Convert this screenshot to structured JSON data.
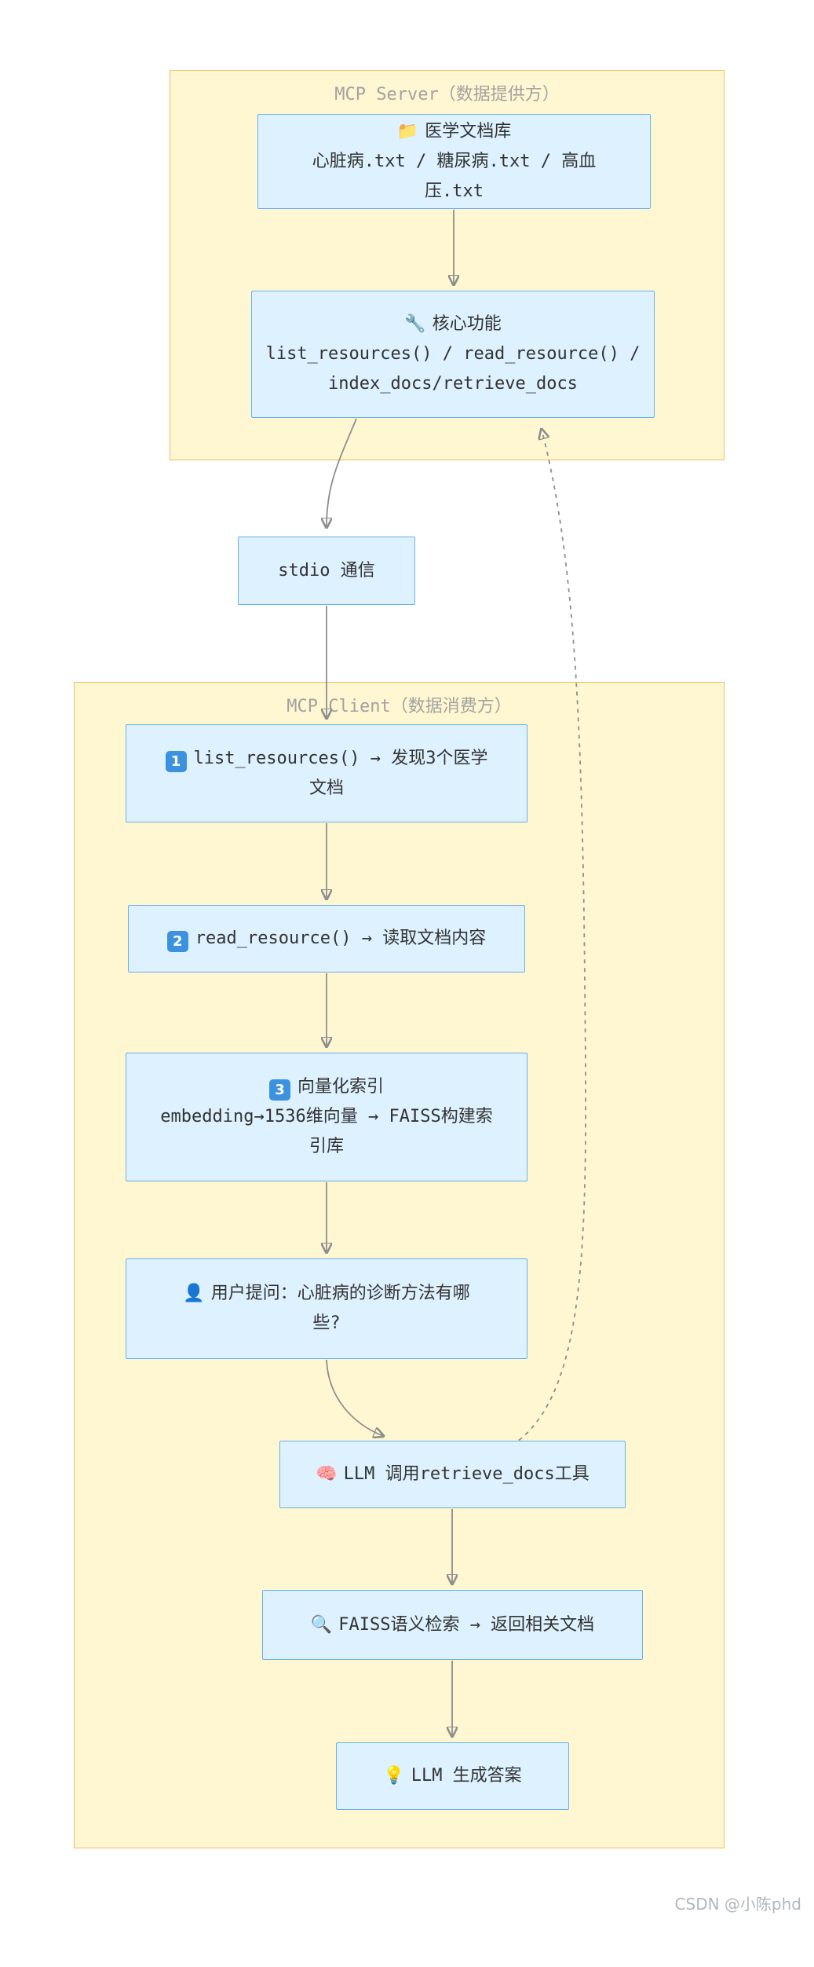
{
  "server": {
    "title": "MCP Server（数据提供方）",
    "docs": {
      "icon": "📁",
      "title": "医学文档库",
      "files": "心脏病.txt / 糖尿病.txt / 高血压.txt"
    },
    "core": {
      "icon": "🔧",
      "title": "核心功能",
      "line1": "list_resources() / read_resource() /",
      "line2": "index_docs/retrieve_docs"
    }
  },
  "transport": {
    "label": "stdio 通信"
  },
  "client": {
    "title": "MCP Client（数据消费方）",
    "step1": {
      "num": "1",
      "text": "list_resources() → 发现3个医学文档"
    },
    "step2": {
      "num": "2",
      "text": "read_resource() → 读取文档内容"
    },
    "step3": {
      "num": "3",
      "title": "向量化索引",
      "text": "embedding→1536维向量 → FAISS构建索引库"
    },
    "user": {
      "icon": "👤",
      "text": "用户提问：心脏病的诊断方法有哪些?"
    },
    "llm_call": {
      "icon": "🧠",
      "text": "LLM 调用retrieve_docs工具"
    },
    "faiss": {
      "icon": "🔍",
      "text": "FAISS语义检索 → 返回相关文档"
    },
    "answer": {
      "icon": "💡",
      "text": "LLM 生成答案"
    }
  },
  "watermark": "CSDN @小陈phd",
  "colors": {
    "group_fill": "#fff7d1",
    "group_border": "#f3b95f",
    "node_fill": "#ddf1fe",
    "node_border": "#69b0ea",
    "edge": "#8e8e8e"
  }
}
